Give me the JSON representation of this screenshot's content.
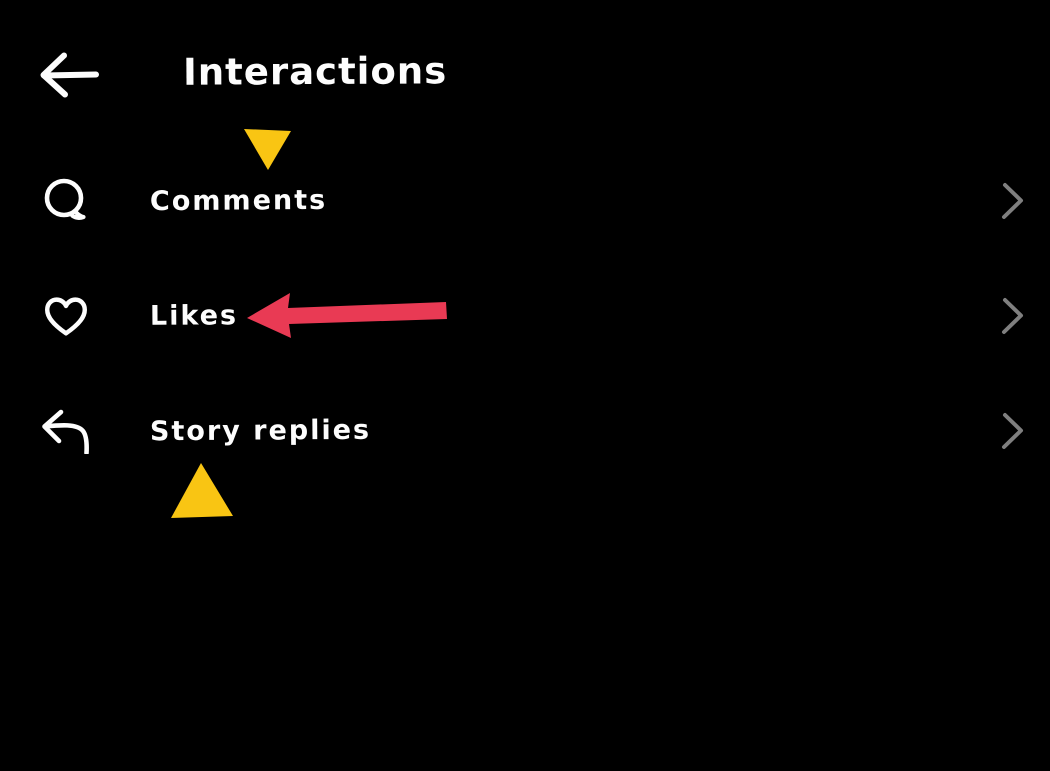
{
  "colors": {
    "bg": "#000000",
    "text": "#fdfdfd",
    "chevron_gray": "#7f7f7f",
    "annotation_yellow": "#f9c513",
    "annotation_red": "#e93a54"
  },
  "header": {
    "title": "Interactions",
    "back_icon": "arrow-left-icon"
  },
  "menu": {
    "items": [
      {
        "label": "Comments",
        "icon": "comment-bubble-icon",
        "chevron": "chevron-right-icon"
      },
      {
        "label": "Likes",
        "icon": "heart-icon",
        "chevron": "chevron-right-icon"
      },
      {
        "label": "Story replies",
        "icon": "reply-arrow-icon",
        "chevron": "chevron-right-icon"
      }
    ]
  },
  "annotations": [
    {
      "shape": "triangle-down",
      "color": "#f9c513",
      "points_at": "Comments"
    },
    {
      "shape": "arrow-left",
      "color": "#e93a54",
      "points_at": "Likes"
    },
    {
      "shape": "triangle-up",
      "color": "#f9c513",
      "points_at": "Story replies"
    }
  ]
}
